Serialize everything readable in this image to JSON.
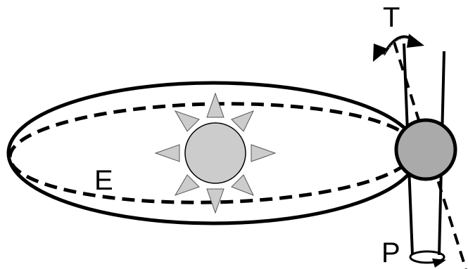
{
  "labels": {
    "orbit": "E",
    "tilt": "T",
    "precession": "P"
  },
  "colors": {
    "line": "#000000",
    "sun_fill": "#cccccc",
    "planet_fill": "#aaaaaa",
    "background": "#ffffff"
  },
  "icons": {
    "sun": "sun-icon",
    "planet": "planet-icon"
  }
}
